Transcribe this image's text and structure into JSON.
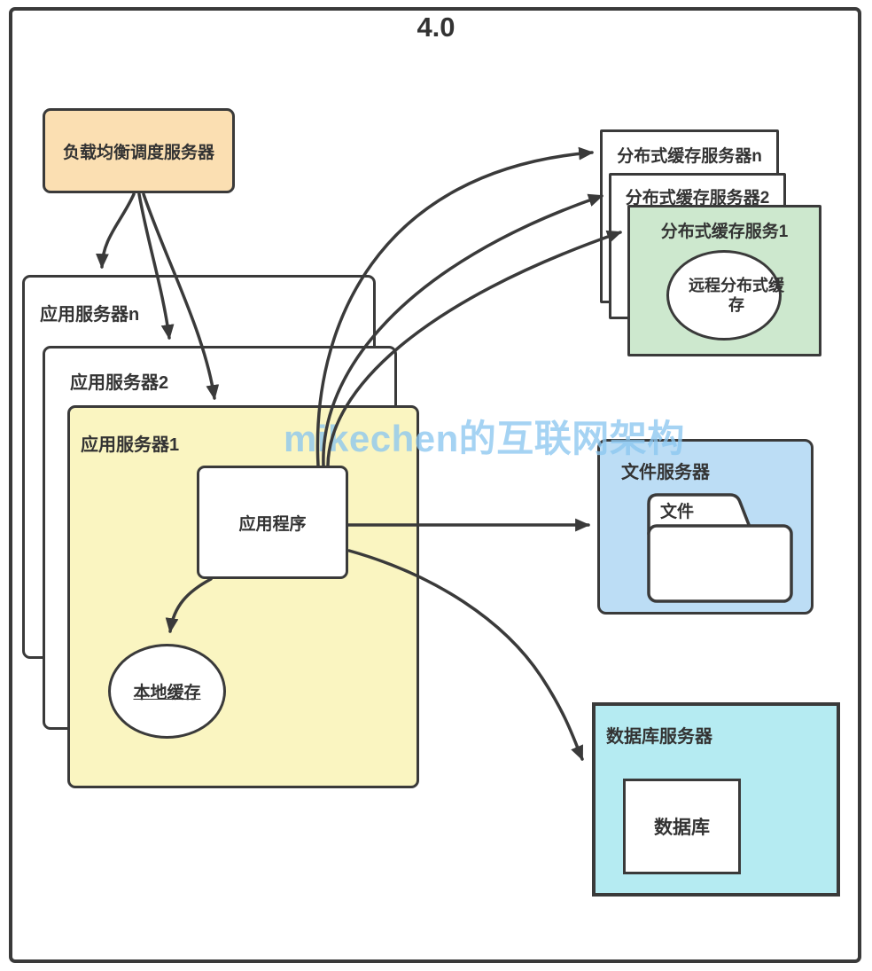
{
  "title": "4.0",
  "watermark": "mikechen的互联网架构",
  "nodes": {
    "load_balancer": {
      "label": "负载均衡调度服务器",
      "fill": "#fbdfb2"
    },
    "app_server_n": {
      "label": "应用服务器n",
      "fill": "#ffffff"
    },
    "app_server_2": {
      "label": "应用服务器2",
      "fill": "#ffffff"
    },
    "app_server_1": {
      "label": "应用服务器1",
      "fill": "#faf5c1"
    },
    "application": {
      "label": "应用程序",
      "fill": "#ffffff"
    },
    "local_cache": {
      "label": "本地缓存",
      "fill": "#ffffff"
    },
    "dist_cache_n": {
      "label": "分布式缓存服务器n",
      "fill": "#ffffff"
    },
    "dist_cache_2": {
      "label": "分布式缓存服务器2",
      "fill": "#ffffff"
    },
    "dist_cache_1": {
      "label": "分布式缓存服务1",
      "fill": "#cde8ce"
    },
    "remote_cache": {
      "label": "远程分布式缓存",
      "fill": "#ffffff"
    },
    "file_server": {
      "label": "文件服务器",
      "fill": "#bcddf5"
    },
    "file_folder": {
      "label": "文件",
      "fill": "#ffffff"
    },
    "db_server": {
      "label": "数据库服务器",
      "fill": "#b5ebf2"
    },
    "database": {
      "label": "数据库",
      "fill": "#ffffff"
    }
  },
  "edges": [
    {
      "from": "load_balancer",
      "to": "app_server_n"
    },
    {
      "from": "load_balancer",
      "to": "app_server_2"
    },
    {
      "from": "load_balancer",
      "to": "app_server_1"
    },
    {
      "from": "application",
      "to": "dist_cache_n"
    },
    {
      "from": "application",
      "to": "dist_cache_2"
    },
    {
      "from": "application",
      "to": "dist_cache_1"
    },
    {
      "from": "application",
      "to": "local_cache"
    },
    {
      "from": "application",
      "to": "file_server"
    },
    {
      "from": "application",
      "to": "db_server"
    }
  ],
  "colors": {
    "line": "#3a3a3a",
    "text": "#333333",
    "watermark": "#8cc6f0",
    "orange": "#fbdfb2",
    "yellow": "#faf5c1",
    "green": "#cde8ce",
    "blue": "#bcddf5",
    "cyan": "#b5ebf2"
  }
}
